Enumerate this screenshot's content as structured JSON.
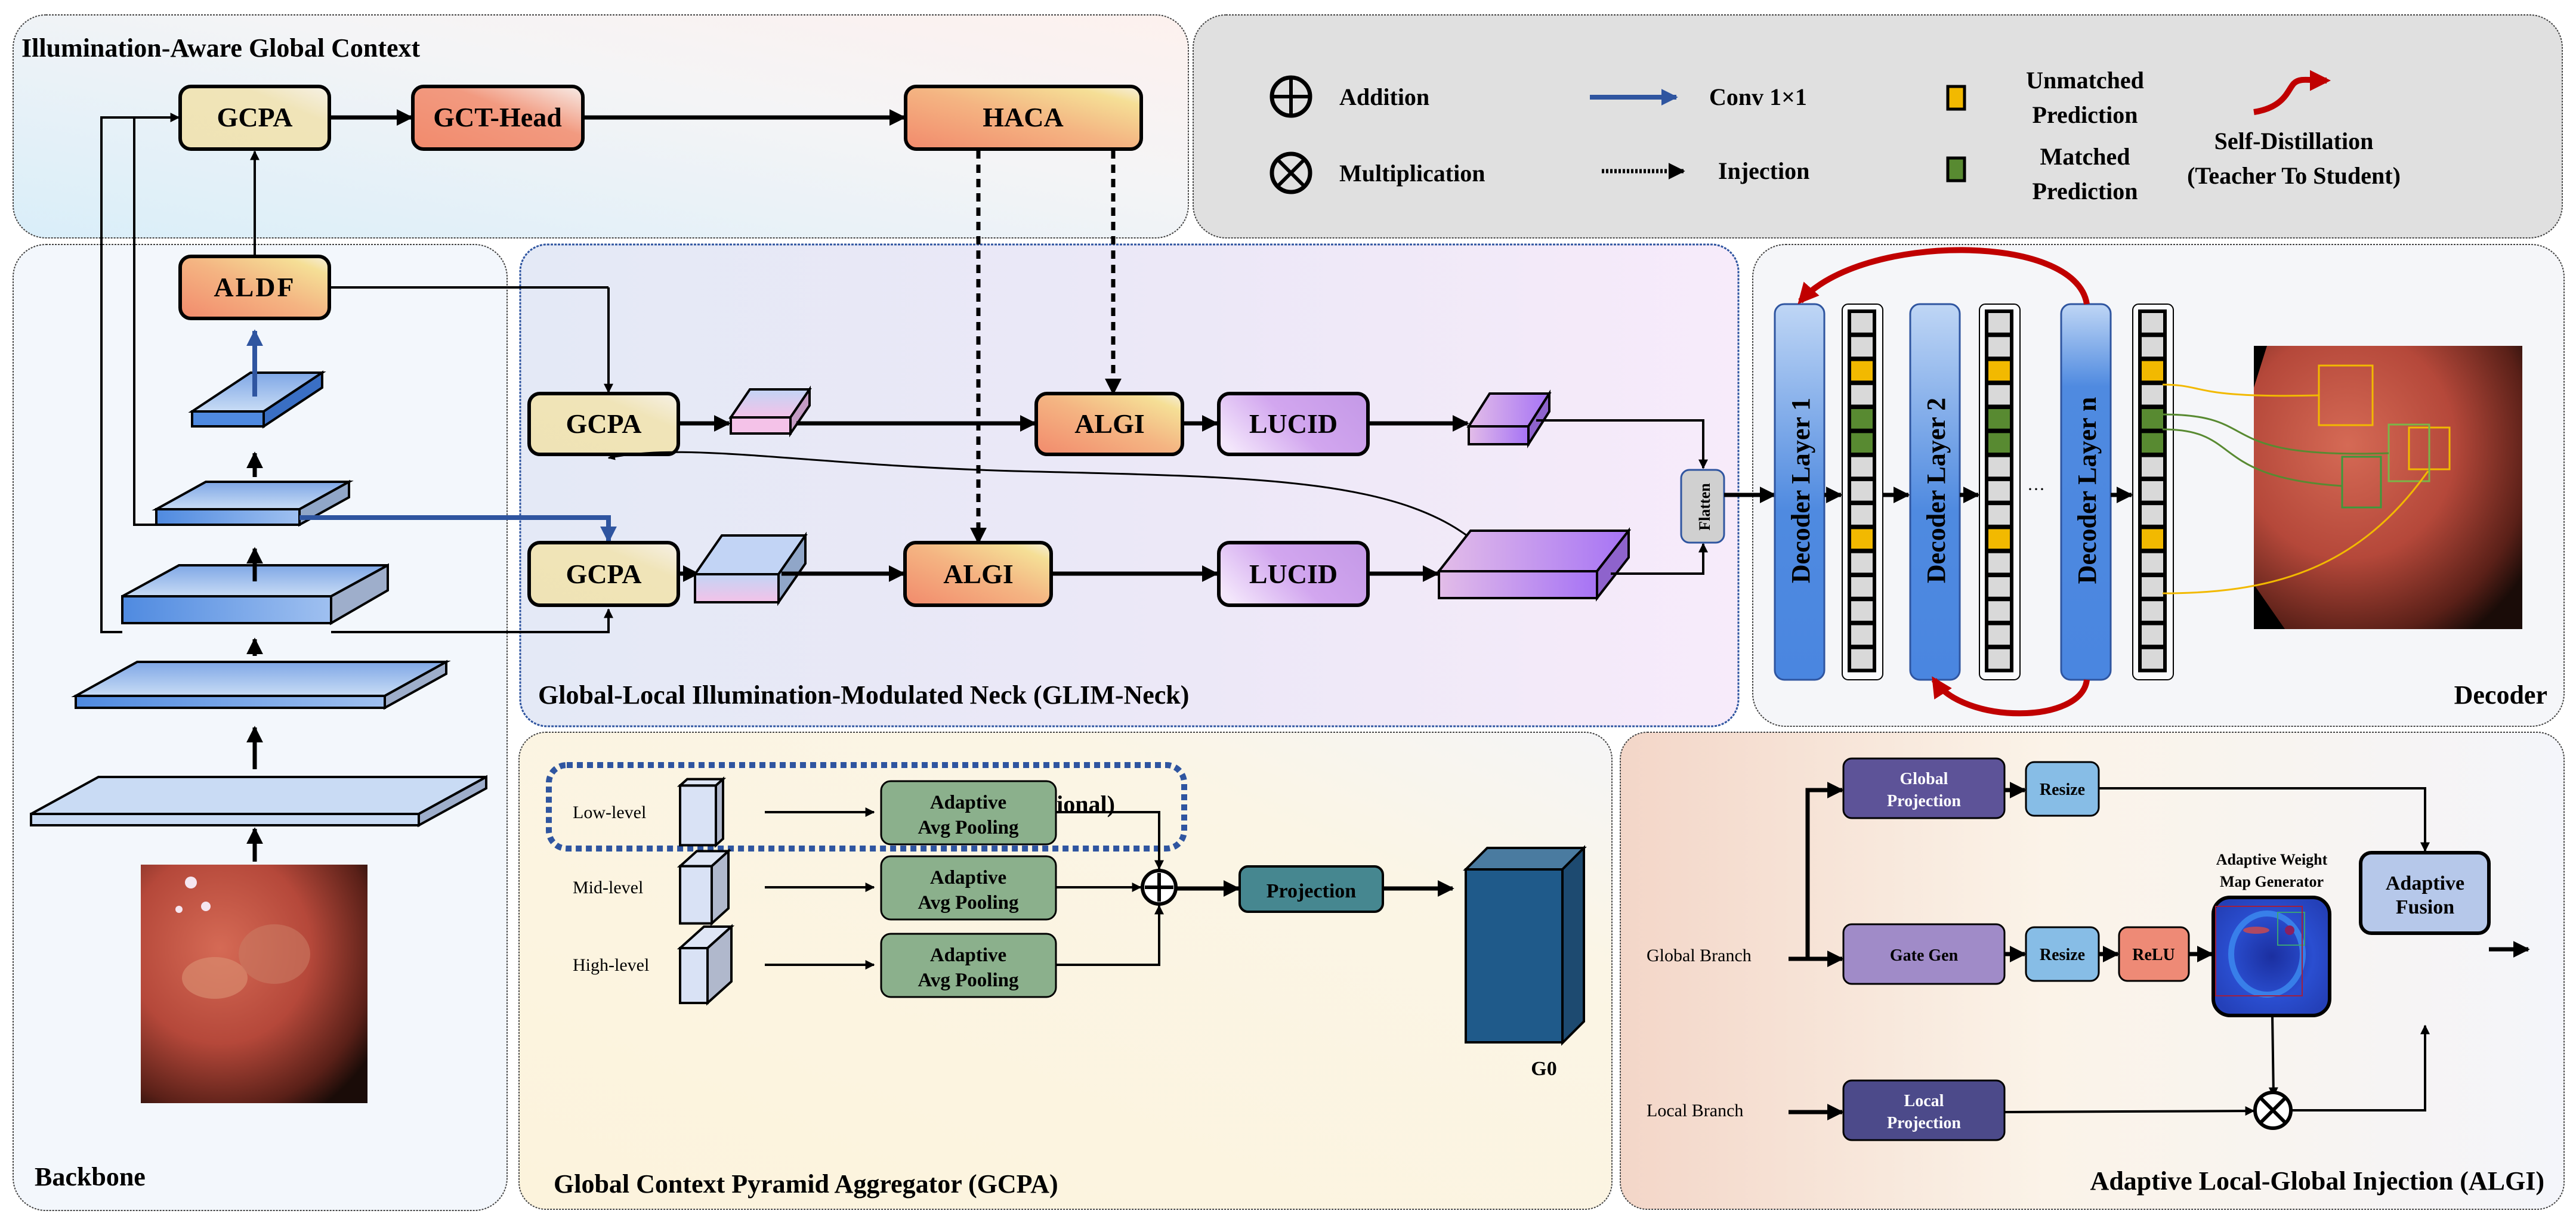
{
  "panels": {
    "global_context": "Illumination-Aware Global Context",
    "backbone": "Backbone",
    "neck": "Global-Local Illumination-Modulated Neck (GLIM-Neck)",
    "decoder": "Decoder",
    "gcpa": "Global Context Pyramid Aggregator (GCPA)",
    "algi": "Adaptive Local-Global Injection (ALGI)"
  },
  "legend": {
    "addition": "Addition",
    "multiplication": "Multiplication",
    "conv": "Conv 1×1",
    "injection": "Injection",
    "unmatched_1": "Unmatched",
    "unmatched_2": "Prediction",
    "matched_1": "Matched",
    "matched_2": "Prediction",
    "distill_1": "Self-Distillation",
    "distill_2": "(Teacher To Student)"
  },
  "global_context": {
    "gcpa": "GCPA",
    "gct_head": "GCT-Head",
    "haca": "HACA"
  },
  "backbone": {
    "aldf": "ALDF"
  },
  "neck": {
    "gcpa_top": "GCPA",
    "gcpa_bottom": "GCPA",
    "algi_top": "ALGI",
    "algi_bottom": "ALGI",
    "lucid_top": "LUCID",
    "lucid_bottom": "LUCID",
    "flatten": "Flatten"
  },
  "decoder": {
    "layers": [
      "Decoder Layer 1",
      "Decoder Layer 2",
      "Decoder Layer n"
    ],
    "ellipsis": "···",
    "queries": [
      "empty",
      "empty",
      "unmatched",
      "empty",
      "matched",
      "matched",
      "empty",
      "empty",
      "empty",
      "unmatched",
      "empty",
      "empty",
      "empty",
      "empty",
      "empty"
    ]
  },
  "gcpa": {
    "optional": "(Optional)",
    "levels": [
      "Low-level",
      "Mid-level",
      "High-level"
    ],
    "pool_1": "Adaptive",
    "pool_2": "Avg Pooling",
    "projection": "Projection",
    "output": "G0"
  },
  "algi": {
    "global_branch": "Global Branch",
    "local_branch": "Local Branch",
    "global_proj_1": "Global",
    "global_proj_2": "Projection",
    "resize_top": "Resize",
    "gate_gen": "Gate Gen",
    "resize_mid": "Resize",
    "relu": "ReLU",
    "weight_map_1": "Adaptive Weight",
    "weight_map_2": "Map Generator",
    "fusion_1": "Adaptive",
    "fusion_2": "Fusion",
    "local_proj_1": "Local",
    "local_proj_2": "Projection"
  },
  "colors": {
    "unmatched": "#f2b900",
    "matched": "#588a31",
    "empty": "#d9d9d9",
    "distill": "#c00000",
    "conv": "#2f55a0"
  }
}
